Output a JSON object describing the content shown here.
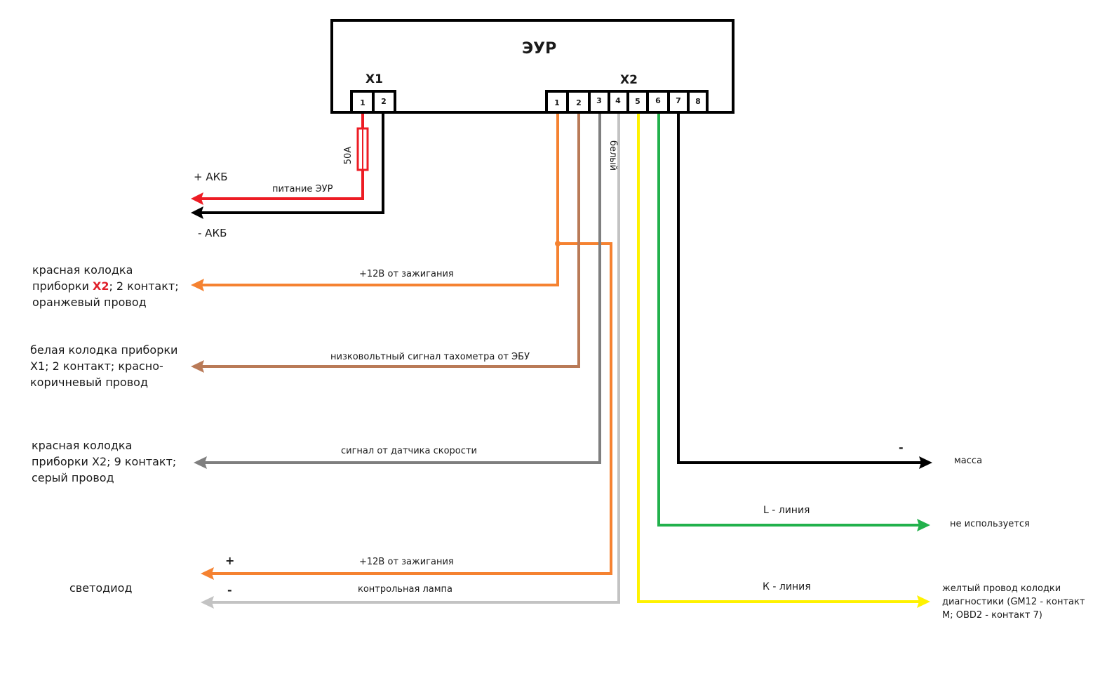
{
  "unit": {
    "title": "ЭУР"
  },
  "connectors": {
    "x1": {
      "label": "X1",
      "pins": [
        "1",
        "2"
      ]
    },
    "x2": {
      "label": "X2",
      "pins": [
        "1",
        "2",
        "3",
        "4",
        "5",
        "6",
        "7",
        "8"
      ]
    }
  },
  "fuse": {
    "label": "50A"
  },
  "power": {
    "plus_label": "+ АКБ",
    "minus_label": "- АКБ",
    "wire_label": "питание ЭУР"
  },
  "wires": {
    "ignition": {
      "label": "+12В от зажигания",
      "color": "#f58231",
      "desc": [
        "красная колодка",
        "приборки ",
        "X2",
        "; 2 контакт;",
        "оранжевый провод"
      ]
    },
    "tacho": {
      "label": "низковольтный сигнал тахометра от ЭБУ",
      "color": "#b97a57",
      "desc": [
        "белая колодка приборки",
        "X1; 2 контакт; красно-",
        "коричневый провод"
      ]
    },
    "speed": {
      "label": "сигнал от датчика скорости",
      "color": "#7f7f7f",
      "desc": [
        "красная колодка",
        "приборки X2; 9 контакт;",
        "серый провод"
      ]
    },
    "white_label": "белый",
    "led": {
      "desc": "светодиод",
      "plus": "+",
      "minus": "-",
      "plus_wire_label": "+12В от зажигания",
      "minus_wire_label": "контрольная лампа",
      "minus_color": "#c3c3c3"
    },
    "ground": {
      "sign": "-",
      "desc": "масса",
      "color": "#000000"
    },
    "l_line": {
      "label": "L - линия",
      "desc": "не используется",
      "color": "#22b14c"
    },
    "k_line": {
      "label": "К - линия",
      "color": "#fff200",
      "desc": [
        "желтый провод колодки",
        "диагностики (GM12 - контакт",
        "M; OBD2 - контакт 7)"
      ]
    },
    "red_color": "#ed1c24"
  }
}
